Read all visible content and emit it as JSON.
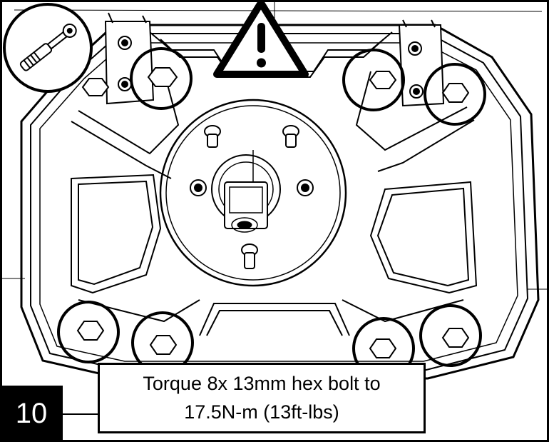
{
  "step": {
    "number": "10"
  },
  "caption": {
    "line1": "Torque 8x 13mm hex bolt to",
    "line2": "17.5N-m (13ft-lbs)"
  },
  "icons": {
    "tool": "torque-wrench-icon",
    "warning": "warning-triangle-icon",
    "highlight": "bolt-highlight-circle"
  },
  "bolt_count": 8,
  "colors": {
    "line": "#000000",
    "background": "#ffffff"
  }
}
